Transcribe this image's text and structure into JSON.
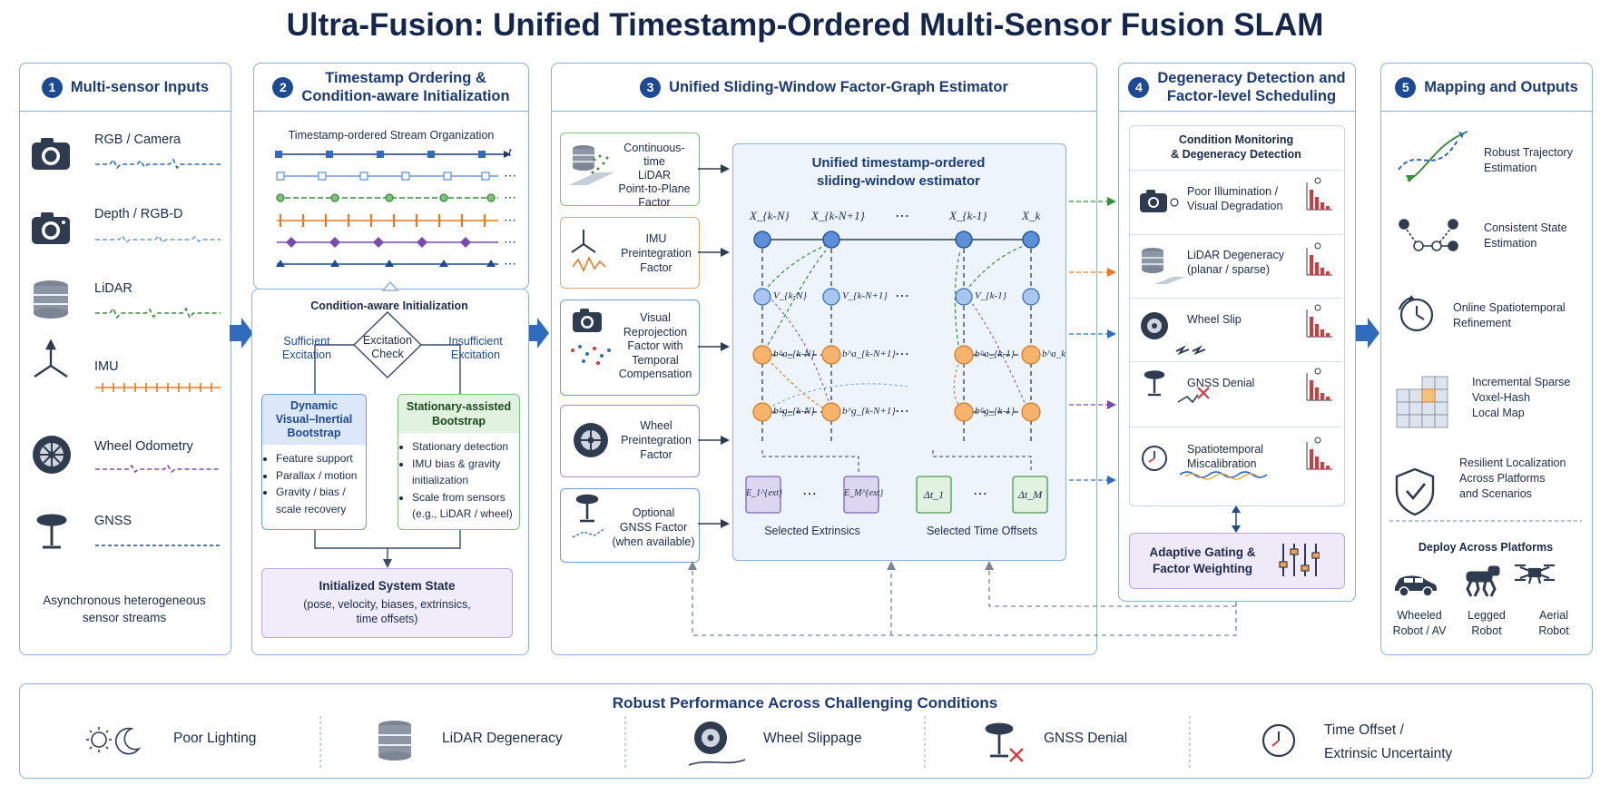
{
  "title": "Ultra-Fusion: Unified Timestamp-Ordered Multi-Sensor Fusion SLAM",
  "panel1": {
    "num": "1",
    "title": "Multi-sensor Inputs",
    "sensors": [
      "RGB / Camera",
      "Depth / RGB-D",
      "LiDAR",
      "IMU",
      "Wheel Odometry",
      "GNSS"
    ],
    "footer": [
      "Asynchronous heterogeneous",
      "sensor streams"
    ]
  },
  "panel2": {
    "num": "2",
    "title": [
      "Timestamp Ordering &",
      "Condition-aware Initialization"
    ],
    "stream_title": "Timestamp-ordered Stream Organization",
    "axis_t": "t",
    "dots": "⋯",
    "init_title": "Condition-aware Initialization",
    "sufficient": [
      "Sufficient",
      "Excitation"
    ],
    "insufficient": [
      "Insufficient",
      "Excitation"
    ],
    "check": [
      "Excitation",
      "Check"
    ],
    "dynamic_title": [
      "Dynamic",
      "Visual–Inertial",
      "Bootstrap"
    ],
    "dynamic_items": [
      "Feature support",
      "Parallax / motion",
      "Gravity / bias / scale recovery"
    ],
    "stationary_title": [
      "Stationary-assisted",
      "Bootstrap"
    ],
    "stationary_items": [
      "Stationary detection",
      "IMU bias & gravity initialization",
      "Scale from sensors (e.g., LiDAR / wheel)"
    ],
    "state_title": "Initialized System State",
    "state_desc": [
      "(pose, velocity, biases, extrinsics,",
      "time offsets)"
    ]
  },
  "panel3": {
    "num": "3",
    "title": "Unified Sliding-Window Factor-Graph Estimator",
    "factors": [
      [
        "Continuous-time",
        "LiDAR",
        "Point-to-Plane",
        "Factor"
      ],
      [
        "IMU",
        "Preintegration",
        "Factor"
      ],
      [
        "Visual",
        "Reprojection",
        "Factor with",
        "Temporal",
        "Compensation"
      ],
      [
        "Wheel",
        "Preintegration",
        "Factor"
      ],
      [
        "Optional",
        "GNSS Factor",
        "(when available)"
      ]
    ],
    "estimator_title": [
      "Unified timestamp-ordered",
      "sliding-window estimator"
    ],
    "state_labels": [
      "X_{k-N}",
      "X_{k-N+1}",
      "X_{k-1}",
      "X_k"
    ],
    "vel_labels": [
      "V_{k-N}",
      "V_{k-N+1}",
      "V_{k-1}"
    ],
    "ba_labels": [
      "b^a_{k-N}",
      "b^a_{k-N+1}",
      "b^a_{k-1}",
      "b^a_k"
    ],
    "bg_labels": [
      "b^g_{k-N}",
      "b^g_{k-N+1}",
      "b^g_{k-1}"
    ],
    "ellipsis": "⋯",
    "extr_labels": [
      "E_1^{ext}",
      "E_M^{ext}"
    ],
    "toff_labels": [
      "Δt_1",
      "Δt_M"
    ],
    "extr_caption": "Selected Extrinsics",
    "toff_caption": "Selected Time Offsets"
  },
  "panel4": {
    "num": "4",
    "title": [
      "Degeneracy Detection and",
      "Factor-level Scheduling"
    ],
    "monitor_title": [
      "Condition Monitoring",
      "& Degeneracy Detection"
    ],
    "conditions": [
      [
        "Poor Illumination /",
        "Visual Degradation"
      ],
      [
        "LiDAR Degeneracy",
        "(planar / sparse)"
      ],
      [
        "Wheel Slip"
      ],
      [
        "GNSS Denial"
      ],
      [
        "Spatiotemporal",
        "Miscalibration"
      ]
    ],
    "gating": [
      "Adaptive Gating &",
      "Factor Weighting"
    ]
  },
  "panel5": {
    "num": "5",
    "title": "Mapping and Outputs",
    "outputs": [
      [
        "Robust Trajectory",
        "Estimation"
      ],
      [
        "Consistent State",
        "Estimation"
      ],
      [
        "Online Spatiotemporal",
        "Refinement"
      ],
      [
        "Incremental Sparse",
        "Voxel-Hash",
        "Local Map"
      ],
      [
        "Resilient Localization",
        "Across Platforms",
        "and Scenarios"
      ]
    ],
    "deploy_title": "Deploy Across Platforms",
    "platforms": [
      [
        "Wheeled",
        "Robot / AV"
      ],
      [
        "Legged",
        "Robot"
      ],
      [
        "Aerial",
        "Robot"
      ]
    ]
  },
  "bottom": {
    "title": "Robust Performance Across Challenging Conditions",
    "items": [
      "Poor Lighting",
      "LiDAR Degeneracy",
      "Wheel Slippage",
      "GNSS Denial"
    ],
    "last_item": [
      "Time Offset /",
      "Extrinsic Uncertainty"
    ]
  },
  "colors": {
    "navy": "#1d4a94",
    "lidar": "#3c8c3c",
    "imu": "#e87a22",
    "visual": "#2f6cc0",
    "wheel": "#7a4ab0",
    "gnss": "#1d4a94",
    "node": "#5b8fd8",
    "bias": "#f2a24a",
    "alert": "#d63a3a"
  }
}
